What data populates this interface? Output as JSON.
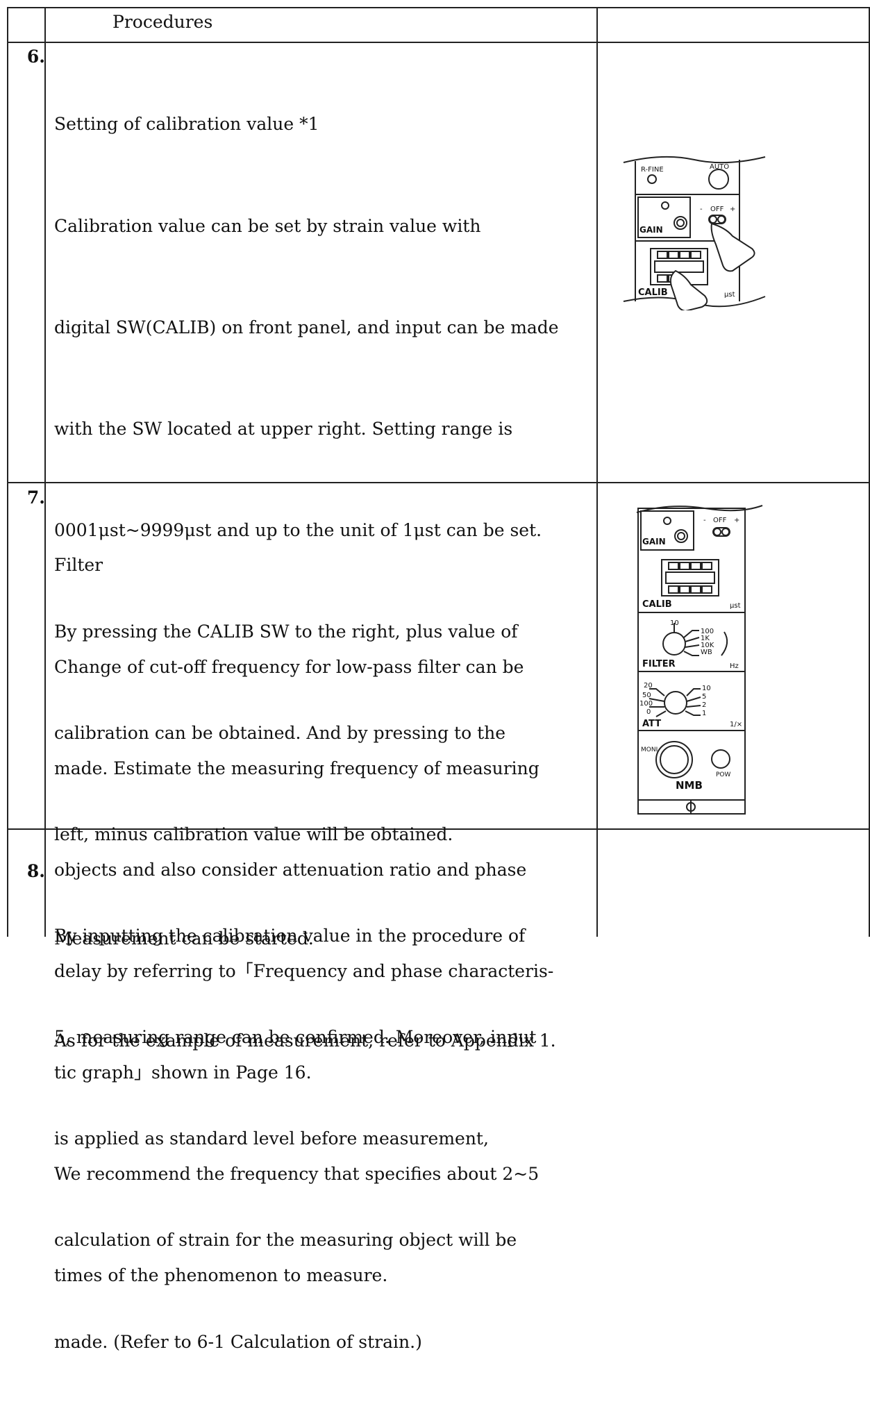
{
  "header": {
    "title": "Procedures"
  },
  "rows": [
    {
      "number": "6.",
      "lines": [
        "Setting of calibration value      *1",
        "Calibration value can be set by strain value with",
        "digital SW(CALIB) on front panel, and input can be made",
        "with the SW located at upper right.   Setting range is",
        "0001μst~9999μst and up to the unit of 1μst can be set.",
        "By pressing the CALIB SW to the right, plus value of",
        "calibration can be obtained.  And by pressing to the",
        "left, minus calibration value will be obtained.",
        "By inputting the calibration value in the procedure of",
        "5, measuring range can be confirmed.   Moreover, input",
        "is applied as standard level before measurement,",
        "calculation of strain for the measuring object will be",
        "made. (Refer to 6-1 Calculation of strain.)"
      ]
    },
    {
      "number": "7.",
      "lines": [
        "Filter",
        "Change of cut-off frequency for low-pass filter can be",
        "made.  Estimate the measuring frequency of measuring",
        "objects and also consider attenuation ratio and phase",
        "delay by referring to「Frequency and phase characteris-",
        "tic graph」shown in Page 16.",
        "We recommend the frequency that specifies about 2~5",
        "times of the phenomenon to measure."
      ]
    },
    {
      "number": "8.",
      "lines": [
        "Measurement can be started.",
        "As for the example of measurement, refer to Appendix 1."
      ]
    }
  ],
  "panel1": {
    "labels": {
      "rfine": "R-FINE",
      "auto": "AUTO",
      "gain": "GAIN",
      "off": "OFF",
      "minus": "-",
      "plus": "+",
      "calib": "CALIB",
      "unit": "μst"
    }
  },
  "panel2": {
    "labels": {
      "gain": "GAIN",
      "off": "OFF",
      "minus": "-",
      "plus": "+",
      "calib": "CALIB",
      "unit": "μst",
      "filter": "FILTER",
      "hz": "Hz",
      "f10": "10",
      "f100": "100",
      "f1k": "1K",
      "f10k": "10K",
      "fwb": "WB",
      "att": "ATT",
      "att_unit": "1/×",
      "a20": "20",
      "a50": "50",
      "a100": "100",
      "a0": "0",
      "a10": "10",
      "a5": "5",
      "a2": "2",
      "a1": "1",
      "moni": "MONI",
      "pow": "POW",
      "brand": "NMB",
      "phi": "Φ"
    }
  }
}
